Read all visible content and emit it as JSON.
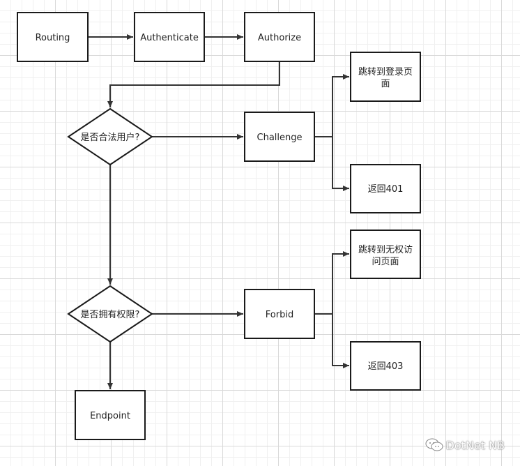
{
  "nodes": {
    "routing": "Routing",
    "authenticate": "Authenticate",
    "authorize": "Authorize",
    "is_valid_user": "是否合法用户?",
    "challenge": "Challenge",
    "redirect_login_l1": "跳转到登录页",
    "redirect_login_l2": "面",
    "return_401": "返回401",
    "has_permission": "是否拥有权限?",
    "forbid": "Forbid",
    "redirect_noperm_l1": "跳转到无权访",
    "redirect_noperm_l2": "问页面",
    "return_403": "返回403",
    "endpoint": "Endpoint"
  },
  "watermark": "DotNet NB",
  "icons": {
    "watermark_logo": "wechat-icon"
  }
}
